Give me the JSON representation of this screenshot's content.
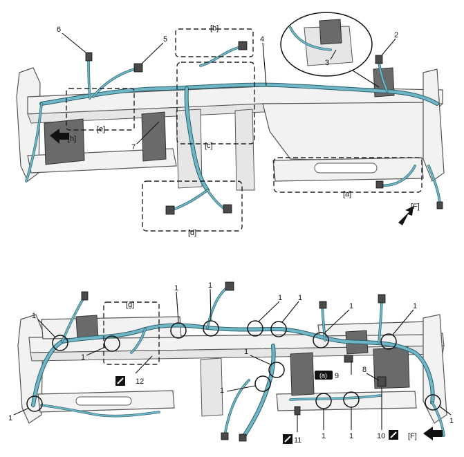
{
  "labels": {
    "n1": "1",
    "n2": "2",
    "n3": "3",
    "n4": "4",
    "n5": "5",
    "n6": "6",
    "n7": "7",
    "n8": "8",
    "n9": "9",
    "n10": "10",
    "n11": "11",
    "n12": "12",
    "a": "[a]",
    "b": "[b]",
    "c": "[c]",
    "d": "[d]",
    "e": "[e]",
    "g": "[g]",
    "h": "[h]",
    "f_top": "[F]",
    "f_bottom": "[F]",
    "a_small": "(a)"
  },
  "icons": {
    "arrow": "arrow-icon",
    "torque_wrench": "torque-icon"
  },
  "colors": {
    "harness": "#6fb7c6",
    "harness_outline": "#2b5f6c",
    "frame": "#f2f2f2"
  }
}
